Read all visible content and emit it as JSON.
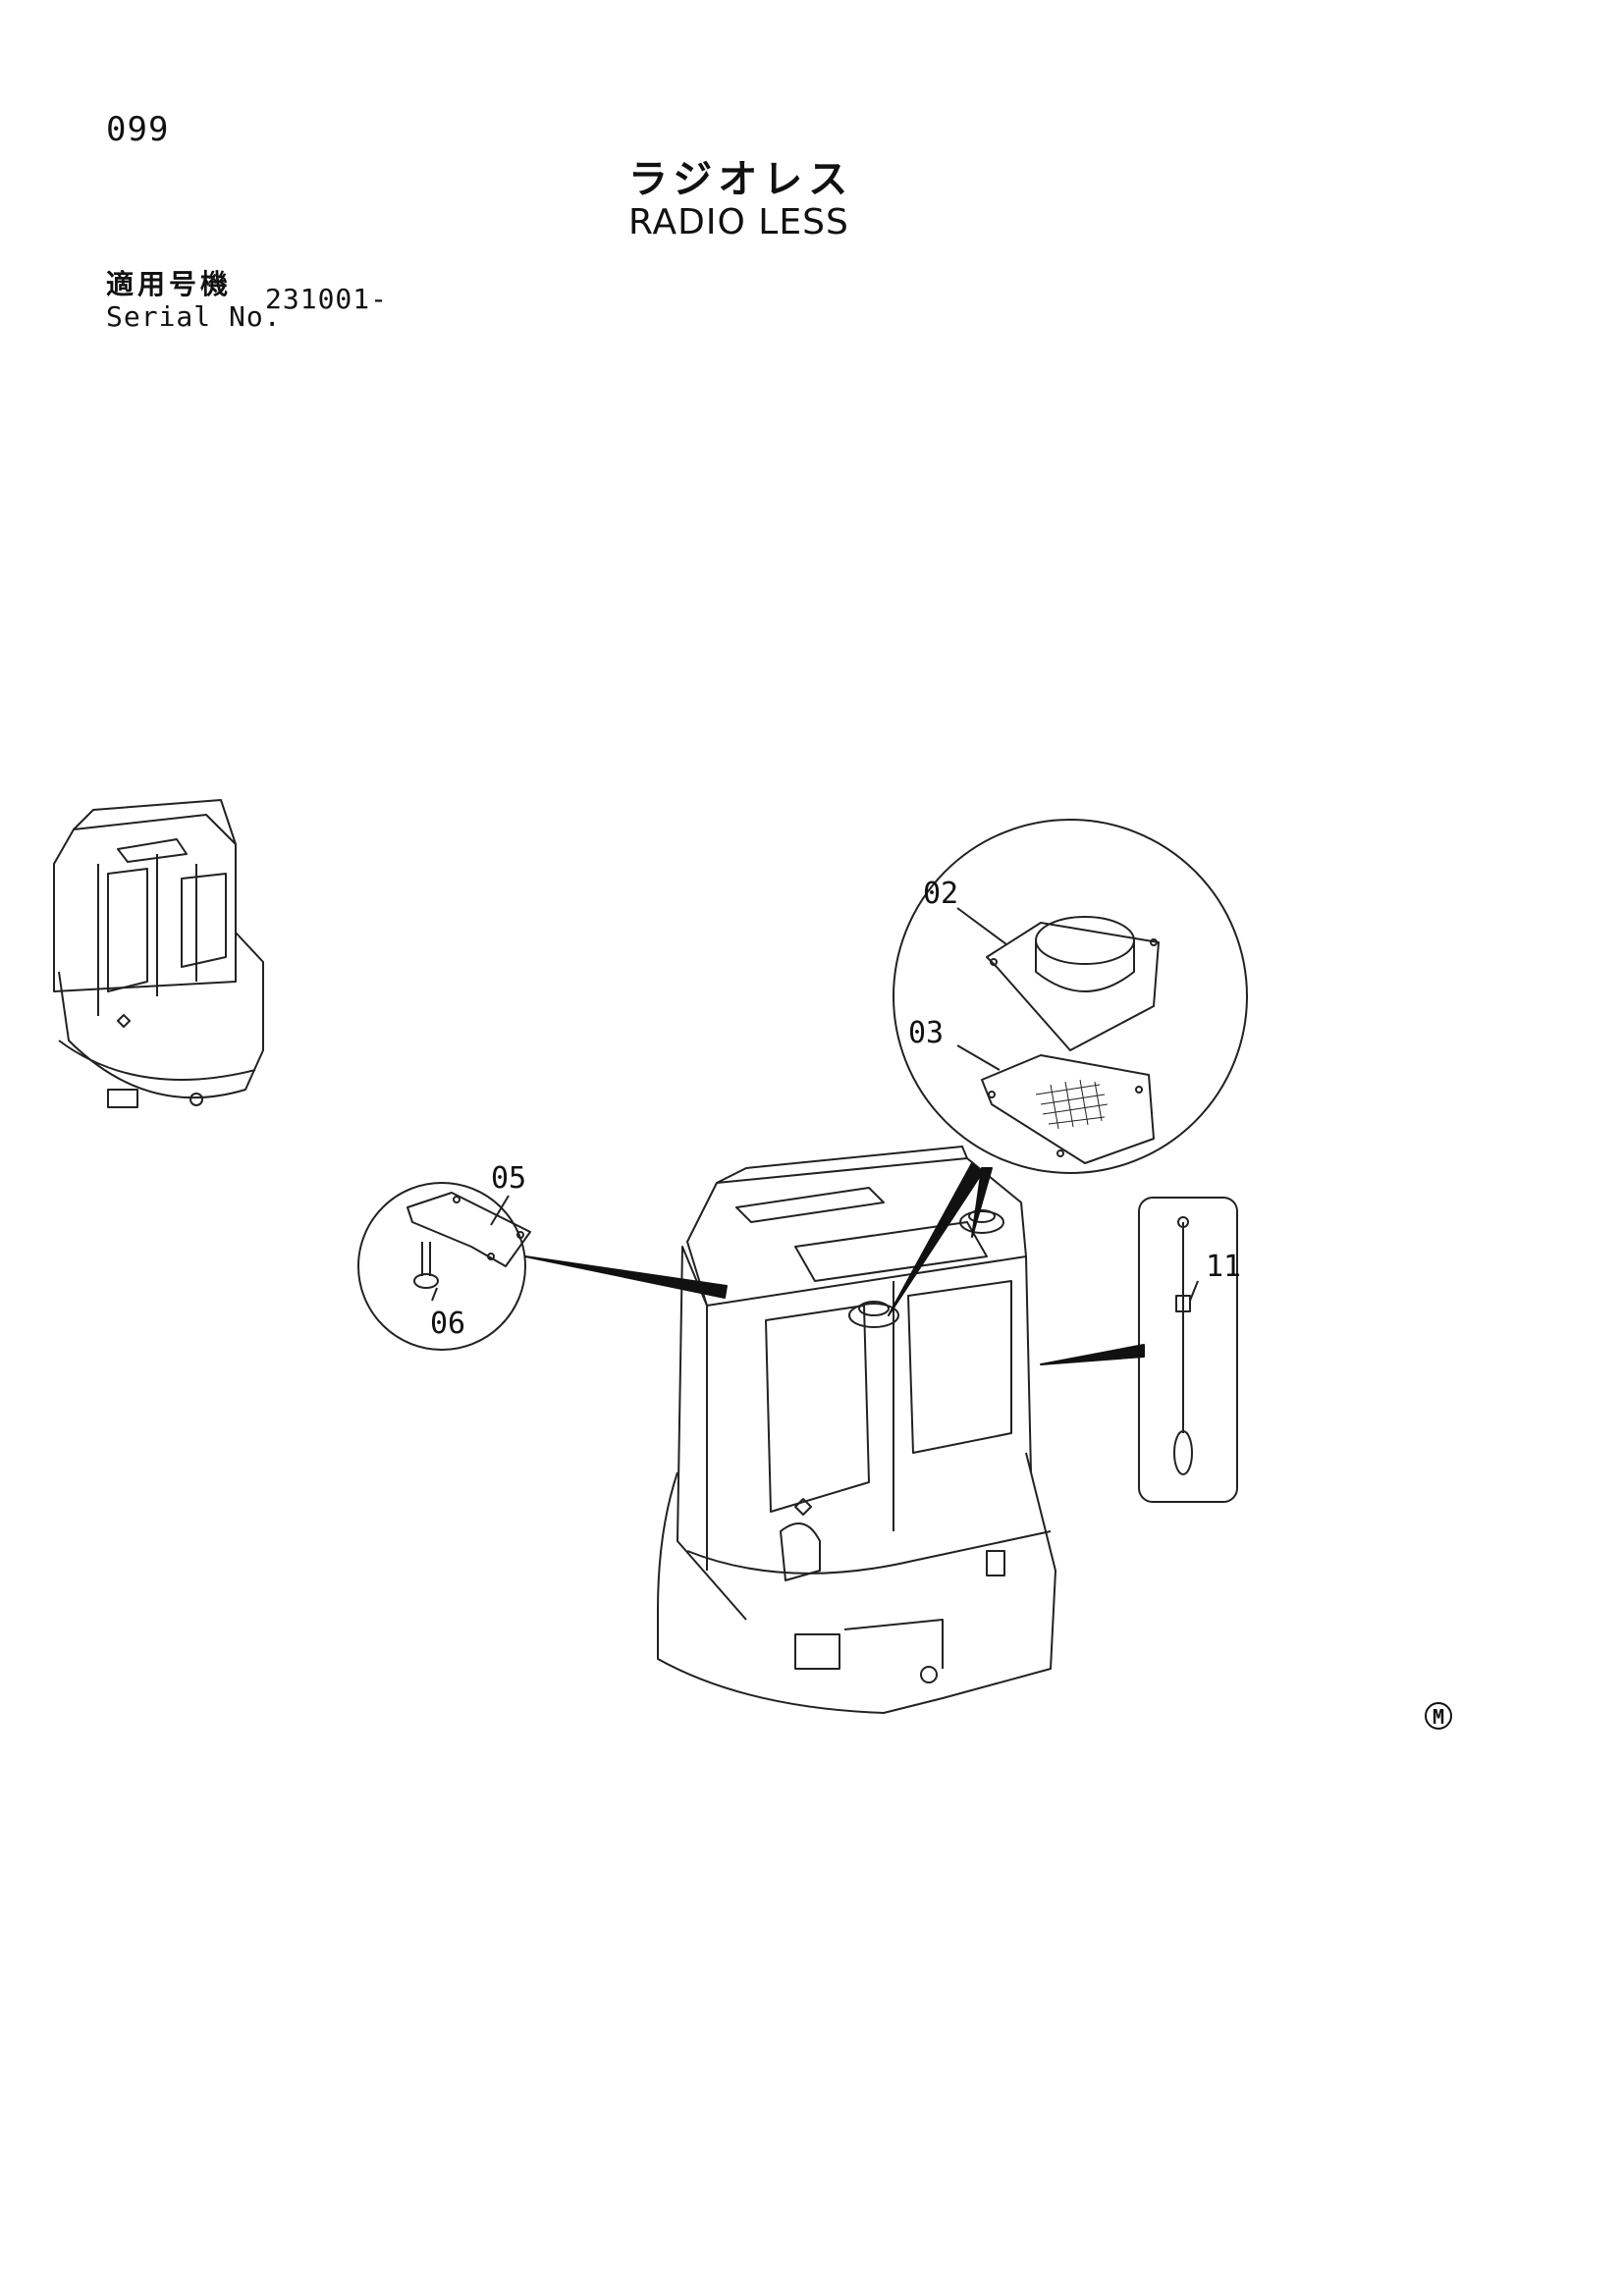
{
  "page": {
    "number": "099"
  },
  "title": {
    "japanese": "ラジオレス",
    "english": "RADIO LESS"
  },
  "serial": {
    "label_japanese": "適用号機",
    "label_english": "Serial No.",
    "value": "231001-"
  },
  "callouts": {
    "speaker": "02",
    "grille": "03",
    "cover_plate": "05",
    "bolt": "06",
    "antenna": "11"
  },
  "mark": "M"
}
